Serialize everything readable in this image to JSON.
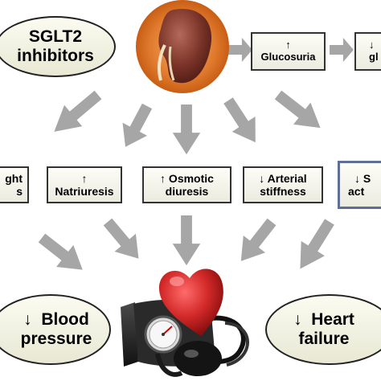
{
  "nodes": {
    "sglt2": {
      "line1": "SGLT2",
      "line2": "inhibitors"
    },
    "glucosuria": {
      "line1": "↑",
      "line2": "Glucosuria"
    },
    "glucose": {
      "line1": "↓",
      "line2": "gl"
    },
    "weight": {
      "line1": "ght",
      "line2": "s"
    },
    "natriuresis": {
      "line1": "↑",
      "line2": "Natriuresis"
    },
    "osmotic": {
      "line1": "↑ Osmotic",
      "line2": "diuresis"
    },
    "arterial": {
      "line1": "↓ Arterial",
      "line2": "stiffness"
    },
    "sympathetic": {
      "line1": "↓ S",
      "line2": "act"
    },
    "blood_pressure": {
      "line1": "↓  Blood",
      "line2": "pressure"
    },
    "heart_failure": {
      "line1": "↓  Heart",
      "line2": "failure"
    }
  },
  "colors": {
    "arrow": "#a6a6a6",
    "box_border": "#333333",
    "sympathetic_border": "#5d6f95",
    "kidney_halo": "#e07a2c",
    "heart": "#d42a2a"
  },
  "icons": [
    "kidney-icon",
    "heart-icon",
    "blood-pressure-cuff-icon"
  ]
}
